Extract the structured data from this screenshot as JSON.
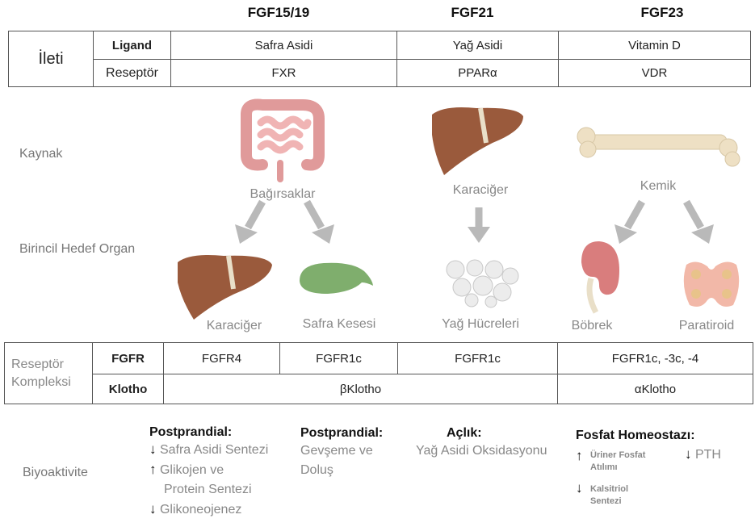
{
  "headers": {
    "col1": "FGF15/19",
    "col2": "FGF21",
    "col3": "FGF23"
  },
  "signal_table": {
    "group_label": "İleti",
    "ligand_label": "Ligand",
    "receptor_label": "Reseptör",
    "ligands": [
      "Safra Asidi",
      "Yağ Asidi",
      "Vitamin D"
    ],
    "receptors": [
      "FXR",
      "PPARα",
      "VDR"
    ]
  },
  "rows": {
    "source": "Kaynak",
    "target": "Birincil Hedef Organ",
    "bioactivity": "Biyoaktivite"
  },
  "organs": {
    "intestines": "Bağırsaklar",
    "liver_source": "Karaciğer",
    "bone": "Kemik",
    "liver_target": "Karaciğer",
    "gallbladder": "Safra Kesesi",
    "fat_cells": "Yağ Hücreleri",
    "kidney": "Böbrek",
    "parathyroid": "Paratiroid"
  },
  "receptor_complex": {
    "group_label_1": "Reseptör",
    "group_label_2": "Kompleksi",
    "fgfr_label": "FGFR",
    "klotho_label": "Klotho",
    "fgfr_values": [
      "FGFR4",
      "FGFR1c",
      "FGFR1c",
      "FGFR1c, -3c, -4"
    ],
    "klotho_values": [
      "βKlotho",
      "αKlotho"
    ]
  },
  "bioactivity": {
    "col1": {
      "title": "Postprandial:",
      "items": [
        {
          "arrow": "down",
          "text": "Safra Asidi Sentezi"
        },
        {
          "arrow": "up",
          "text": "Glikojen ve"
        },
        {
          "arrow": "",
          "text": "Protein Sentezi"
        },
        {
          "arrow": "down",
          "text": "Glikoneojenez"
        }
      ]
    },
    "col2": {
      "title": "Postprandial:",
      "line1": "Gevşeme ve",
      "line2": "Doluş"
    },
    "col3": {
      "title": "Açlık:",
      "line1": "Yağ Asidi Oksidasyonu"
    },
    "col4": {
      "title": "Fosfat Homeostazı:",
      "item1_line1": "Üriner Fosfat",
      "item1_line2": "Atılımı",
      "item2": "PTH",
      "item3_line1": "Kalsitriol",
      "item3_line2": "Sentezi"
    }
  },
  "colors": {
    "liver": "#9a5a3c",
    "intestine": "#e9a8a8",
    "gallbladder": "#7fae6d",
    "bone": "#eee0c4",
    "kidney": "#d97d7d",
    "parathyroid": "#f2b8a8",
    "fat": "#e6e6e6",
    "arrow": "#b9b9b9"
  }
}
